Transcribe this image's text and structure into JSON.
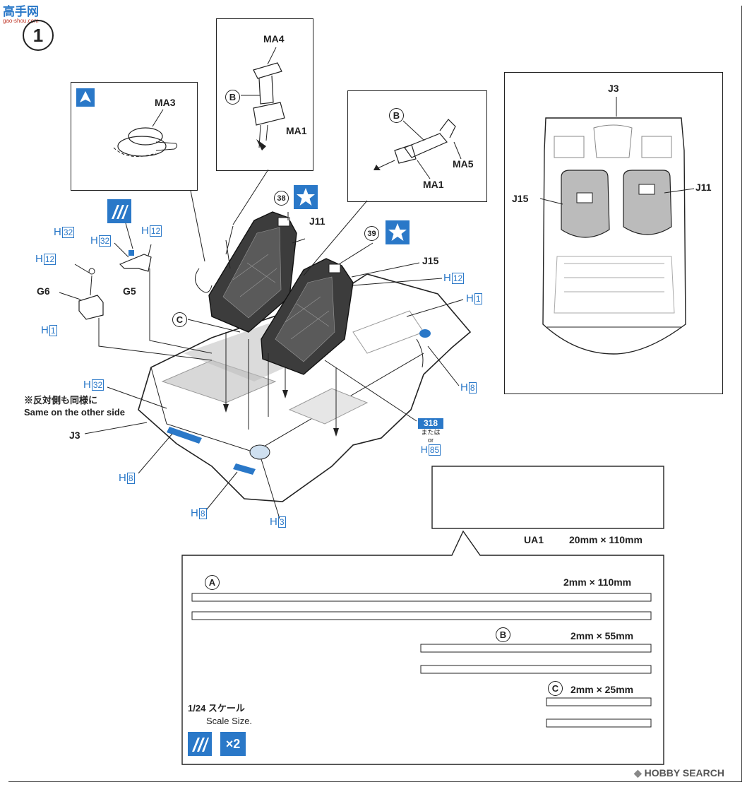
{
  "watermark_top": {
    "text": "高手网",
    "sub": "gao-shou.com"
  },
  "step_number": "1",
  "inset_boxes": {
    "ma3_box": {
      "label": "MA3"
    },
    "ma4_box": {
      "labels": [
        "MA4",
        "B",
        "MA1"
      ]
    },
    "ma5_box": {
      "labels": [
        "B",
        "MA5",
        "MA1"
      ]
    },
    "top_view": {
      "labels": [
        "J3",
        "J15",
        "J11"
      ]
    }
  },
  "parts": {
    "j11": "J11",
    "j15": "J15",
    "j3": "J3",
    "g6": "G6",
    "g5": "G5",
    "c": "C",
    "n38": "38",
    "n39": "39"
  },
  "h_labels": [
    {
      "prefix": "H",
      "num": "32"
    },
    {
      "prefix": "H",
      "num": "32"
    },
    {
      "prefix": "H",
      "num": "12"
    },
    {
      "prefix": "H",
      "num": "12"
    },
    {
      "prefix": "H",
      "num": "1"
    },
    {
      "prefix": "H",
      "num": "12"
    },
    {
      "prefix": "H",
      "num": "1"
    },
    {
      "prefix": "H",
      "num": "8"
    },
    {
      "prefix": "H",
      "num": "32"
    },
    {
      "prefix": "H",
      "num": "8"
    },
    {
      "prefix": "H",
      "num": "8"
    },
    {
      "prefix": "H",
      "num": "3"
    },
    {
      "prefix": "H",
      "num": "85"
    }
  ],
  "paint_318": {
    "code": "318",
    "or_jp": "または",
    "or_en": "or"
  },
  "other_side": {
    "jp": "※反対側も同様に",
    "en": "Same on the other side"
  },
  "decal": {
    "name": "UA1",
    "size": "20mm × 110mm",
    "strips": [
      {
        "id": "A",
        "size": "2mm × 110mm"
      },
      {
        "id": "B",
        "size": "2mm × 55mm"
      },
      {
        "id": "C",
        "size": "2mm × 25mm"
      }
    ]
  },
  "scale": {
    "jp": "1/24 スケール",
    "en": "Scale Size."
  },
  "times": "×2",
  "watermark_bottom": "HOBBY SEARCH"
}
